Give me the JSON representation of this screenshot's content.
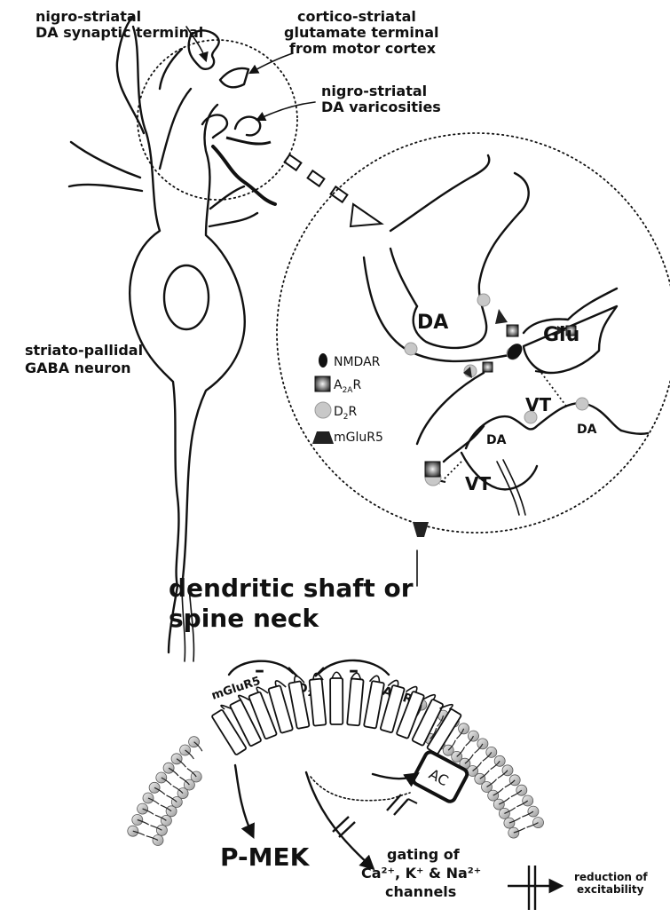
{
  "labels": {
    "nigro_terminal_1": "nigro-striatal",
    "nigro_terminal_2": "DA synaptic terminal",
    "cortico_1": "cortico-striatal",
    "cortico_2": "glutamate terminal",
    "cortico_3": "from motor cortex",
    "varicosities_1": "nigro-striatal",
    "varicosities_2": "DA varicosities",
    "neuron_1": "striato-pallidal",
    "neuron_2": "GABA neuron",
    "da_main": "DA",
    "glu": "Glu",
    "vt_1": "VT",
    "vt_2": "VT",
    "da_small_1": "DA",
    "da_small_2": "DA",
    "heading_1": "dendritic shaft or",
    "heading_2": "spine neck",
    "mglur5_receptor": "mGluR5",
    "d2r_receptor_main": "D",
    "d2r_receptor_sub": "2",
    "d2r_receptor_tail": "R",
    "a2ar_receptor_main": "A",
    "a2ar_receptor_sub": "2A",
    "a2ar_receptor_tail": "R",
    "ac": "AC",
    "pmek": "P-MEK",
    "gating_1": "gating of",
    "gating_2": "Ca²⁺, K⁺ & Na²⁺",
    "gating_3": "channels",
    "reduction_1": "reduction of",
    "reduction_2": "excitability",
    "minus_1": "–",
    "minus_2": "–"
  },
  "legend": [
    {
      "label": "NMDAR",
      "icon": "ellipse-dark"
    },
    {
      "label_main": "A",
      "label_sub": "2A",
      "label_tail": "R",
      "icon": "square-gradient"
    },
    {
      "label_main": "D",
      "label_sub": "2",
      "label_tail": "R",
      "icon": "circle-grey"
    },
    {
      "label": "mGluR5",
      "icon": "trapezoid-dark"
    }
  ],
  "colors": {
    "ink": "#111111",
    "d2r_grey": "#c8c8c8",
    "background": "#ffffff"
  }
}
